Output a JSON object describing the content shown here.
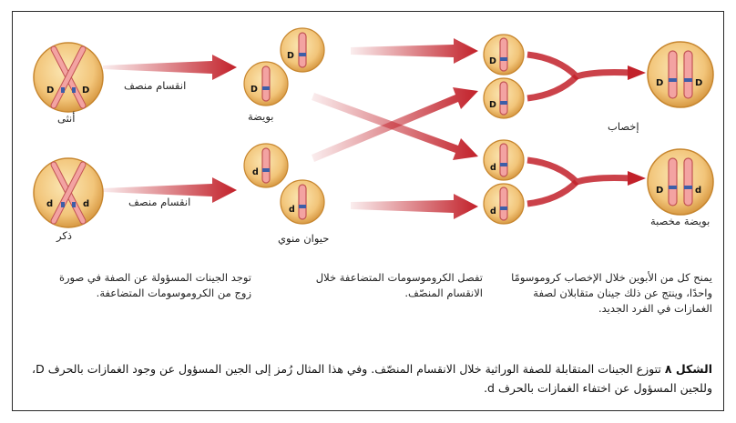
{
  "labels": {
    "female": "أنثى",
    "male": "ذكر",
    "meiosis_top": "انقسام منصف",
    "meiosis_bottom": "انقسام منصف",
    "egg": "بويضة",
    "sperm": "حيوان منوي",
    "fertilization": "إخصاب",
    "zygote": "بويضة مخصبة"
  },
  "alleles": {
    "dominant": "D",
    "recessive": "d"
  },
  "descriptions": {
    "left": "توجد الجينات المسؤولة عن الصفة في صورة زوج من الكروموسومات المتضاعفة.",
    "middle": "تفصل الكروموسومات المتضاعفة خلال الانقسام المنصّف.",
    "right": "يمنح كل من الأبوين خلال الإخصاب كروموسومًا واحدًا، وينتج عن ذلك جينان متقابلان لصفة الغمازات في الفرد الجديد."
  },
  "caption": {
    "label": "الشكل ٨",
    "text": "تتوزع الجينات المتقابلة للصفة الوراثية خلال الانقسام المنصّف. وفي هذا المثال رُمز إلى الجين المسؤول عن وجود الغمازات بالحرف D، وللجين المسؤول عن اختفاء الغمازات بالحرف d."
  },
  "colors": {
    "cell": "#f4c77a",
    "cell_edge": "#c7862e",
    "chromatid": "#f09a99",
    "chromatid_edge": "#c25454",
    "arrow": "#c2212a",
    "allele_band": "#3d5ea8"
  }
}
